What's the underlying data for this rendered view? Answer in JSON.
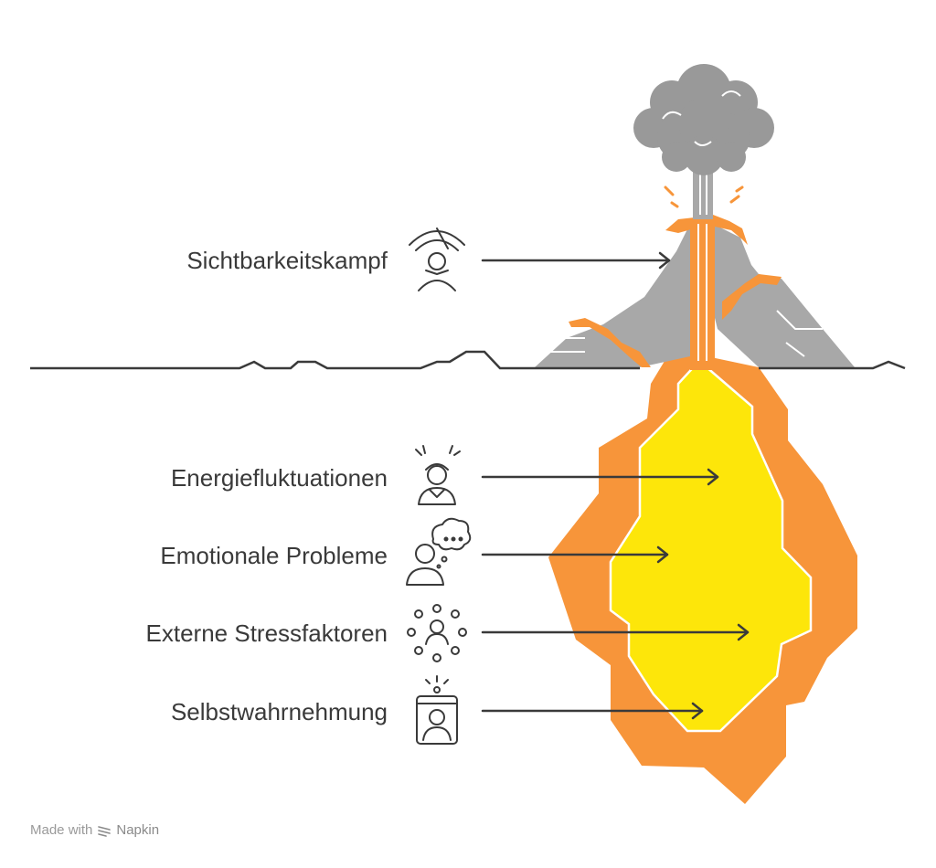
{
  "labels": {
    "visibility": "Sichtbarkeitskampf",
    "energy": "Energiefluktuationen",
    "emotional": "Emotionale Probleme",
    "external": "Externe Stressfaktoren",
    "self": "Selbstwahrnehmung"
  },
  "footer": {
    "made_with": "Made with",
    "brand": "Napkin"
  },
  "colors": {
    "lava_orange": "#F7953A",
    "magma_yellow": "#FDE60A",
    "rock_gray": "#A8A8A8",
    "smoke_gray": "#999999",
    "outline": "#3a3a3a"
  },
  "icons": {
    "visibility": "person-under-arc-icon",
    "energy": "stressed-person-icon",
    "emotional": "thinking-person-icon",
    "external": "person-surrounded-icon",
    "self": "person-in-mirror-icon",
    "brand": "napkin-logo-icon"
  }
}
